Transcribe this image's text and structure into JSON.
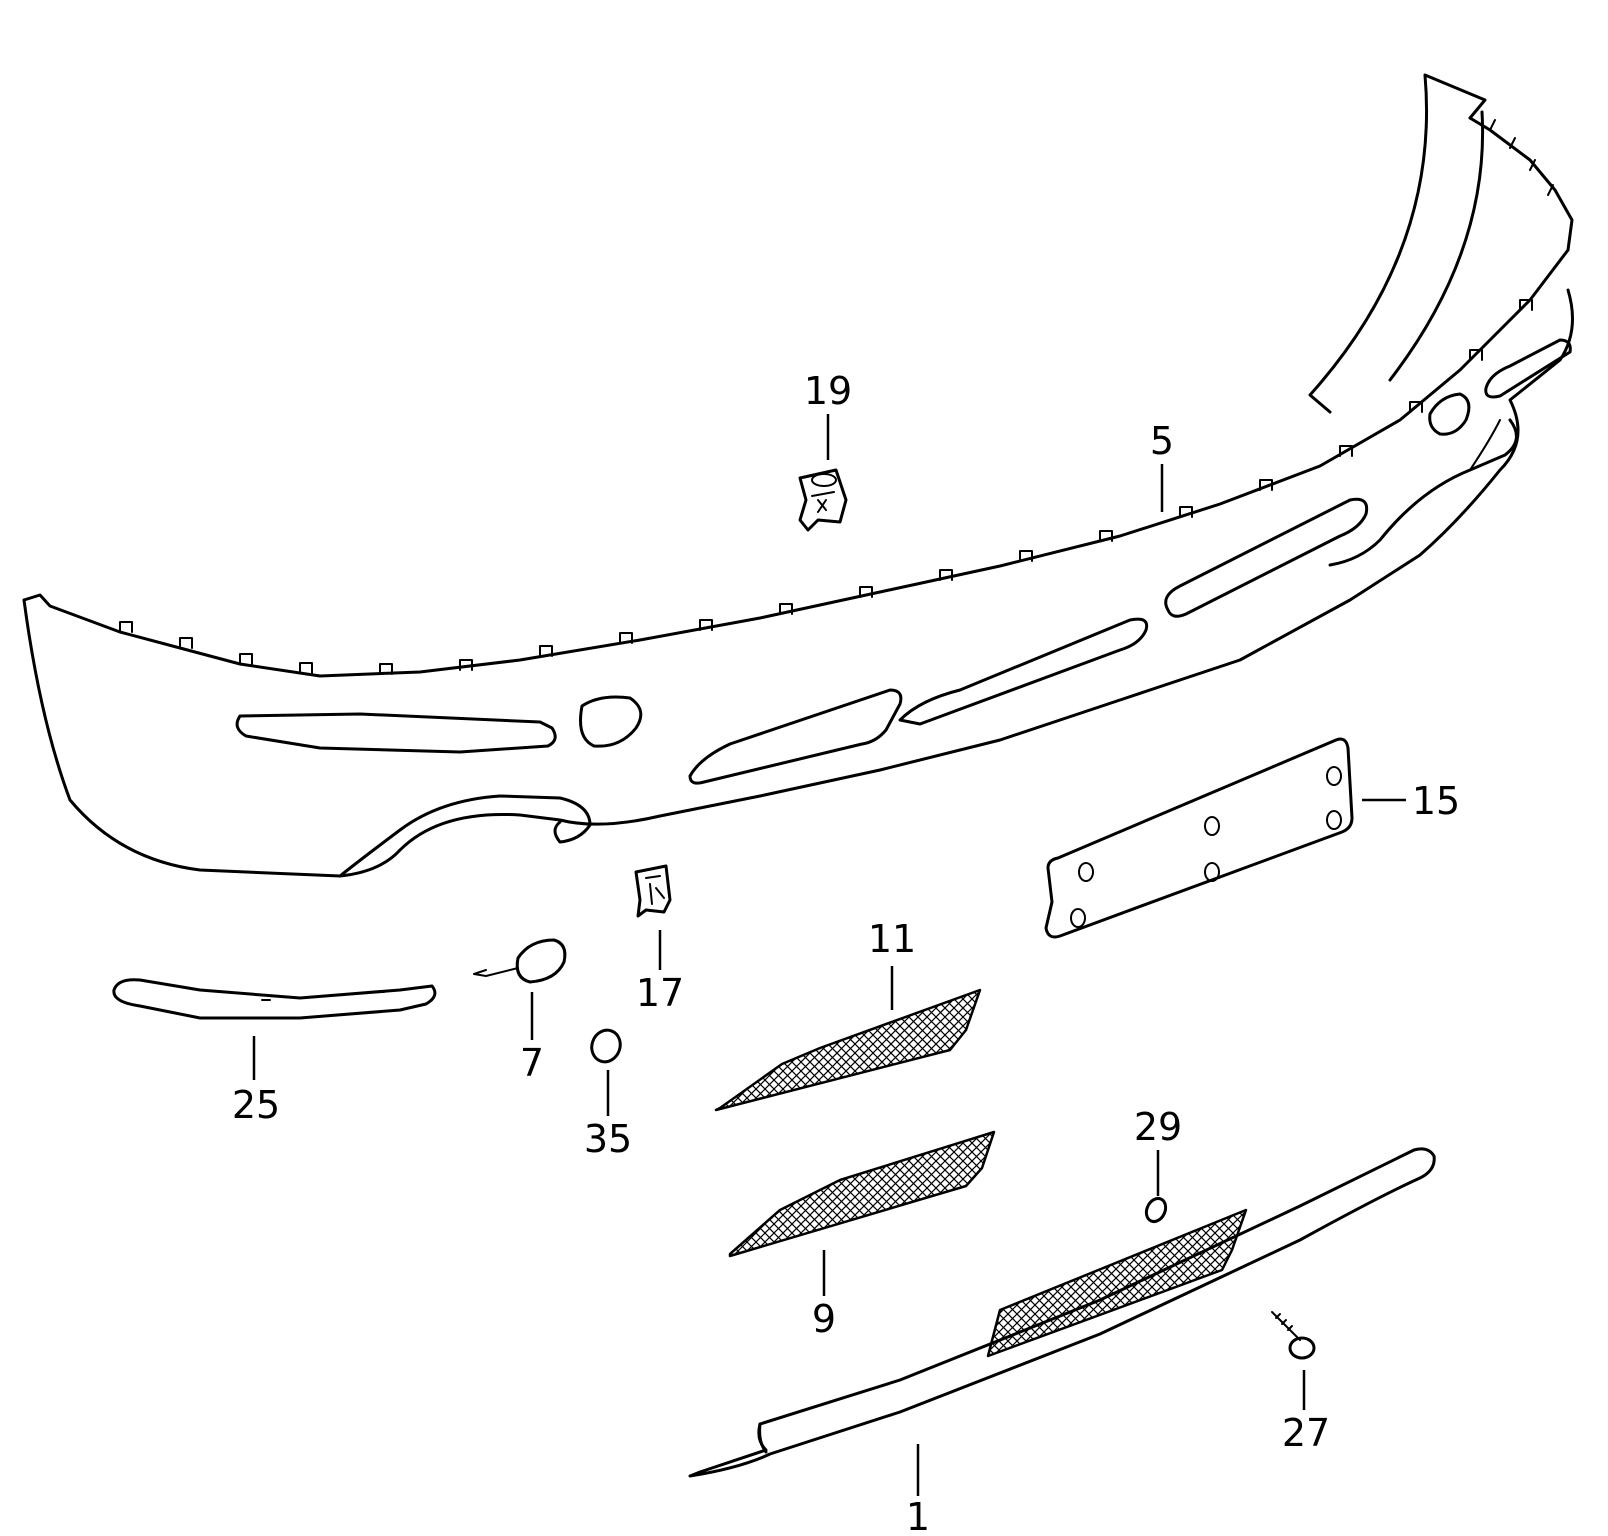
{
  "callouts": {
    "p1": "1",
    "p5": "5",
    "p7": "7",
    "p9": "9",
    "p11": "11",
    "p15": "15",
    "p17": "17",
    "p19": "19",
    "p25": "25",
    "p27": "27",
    "p29": "29",
    "p35": "35"
  }
}
